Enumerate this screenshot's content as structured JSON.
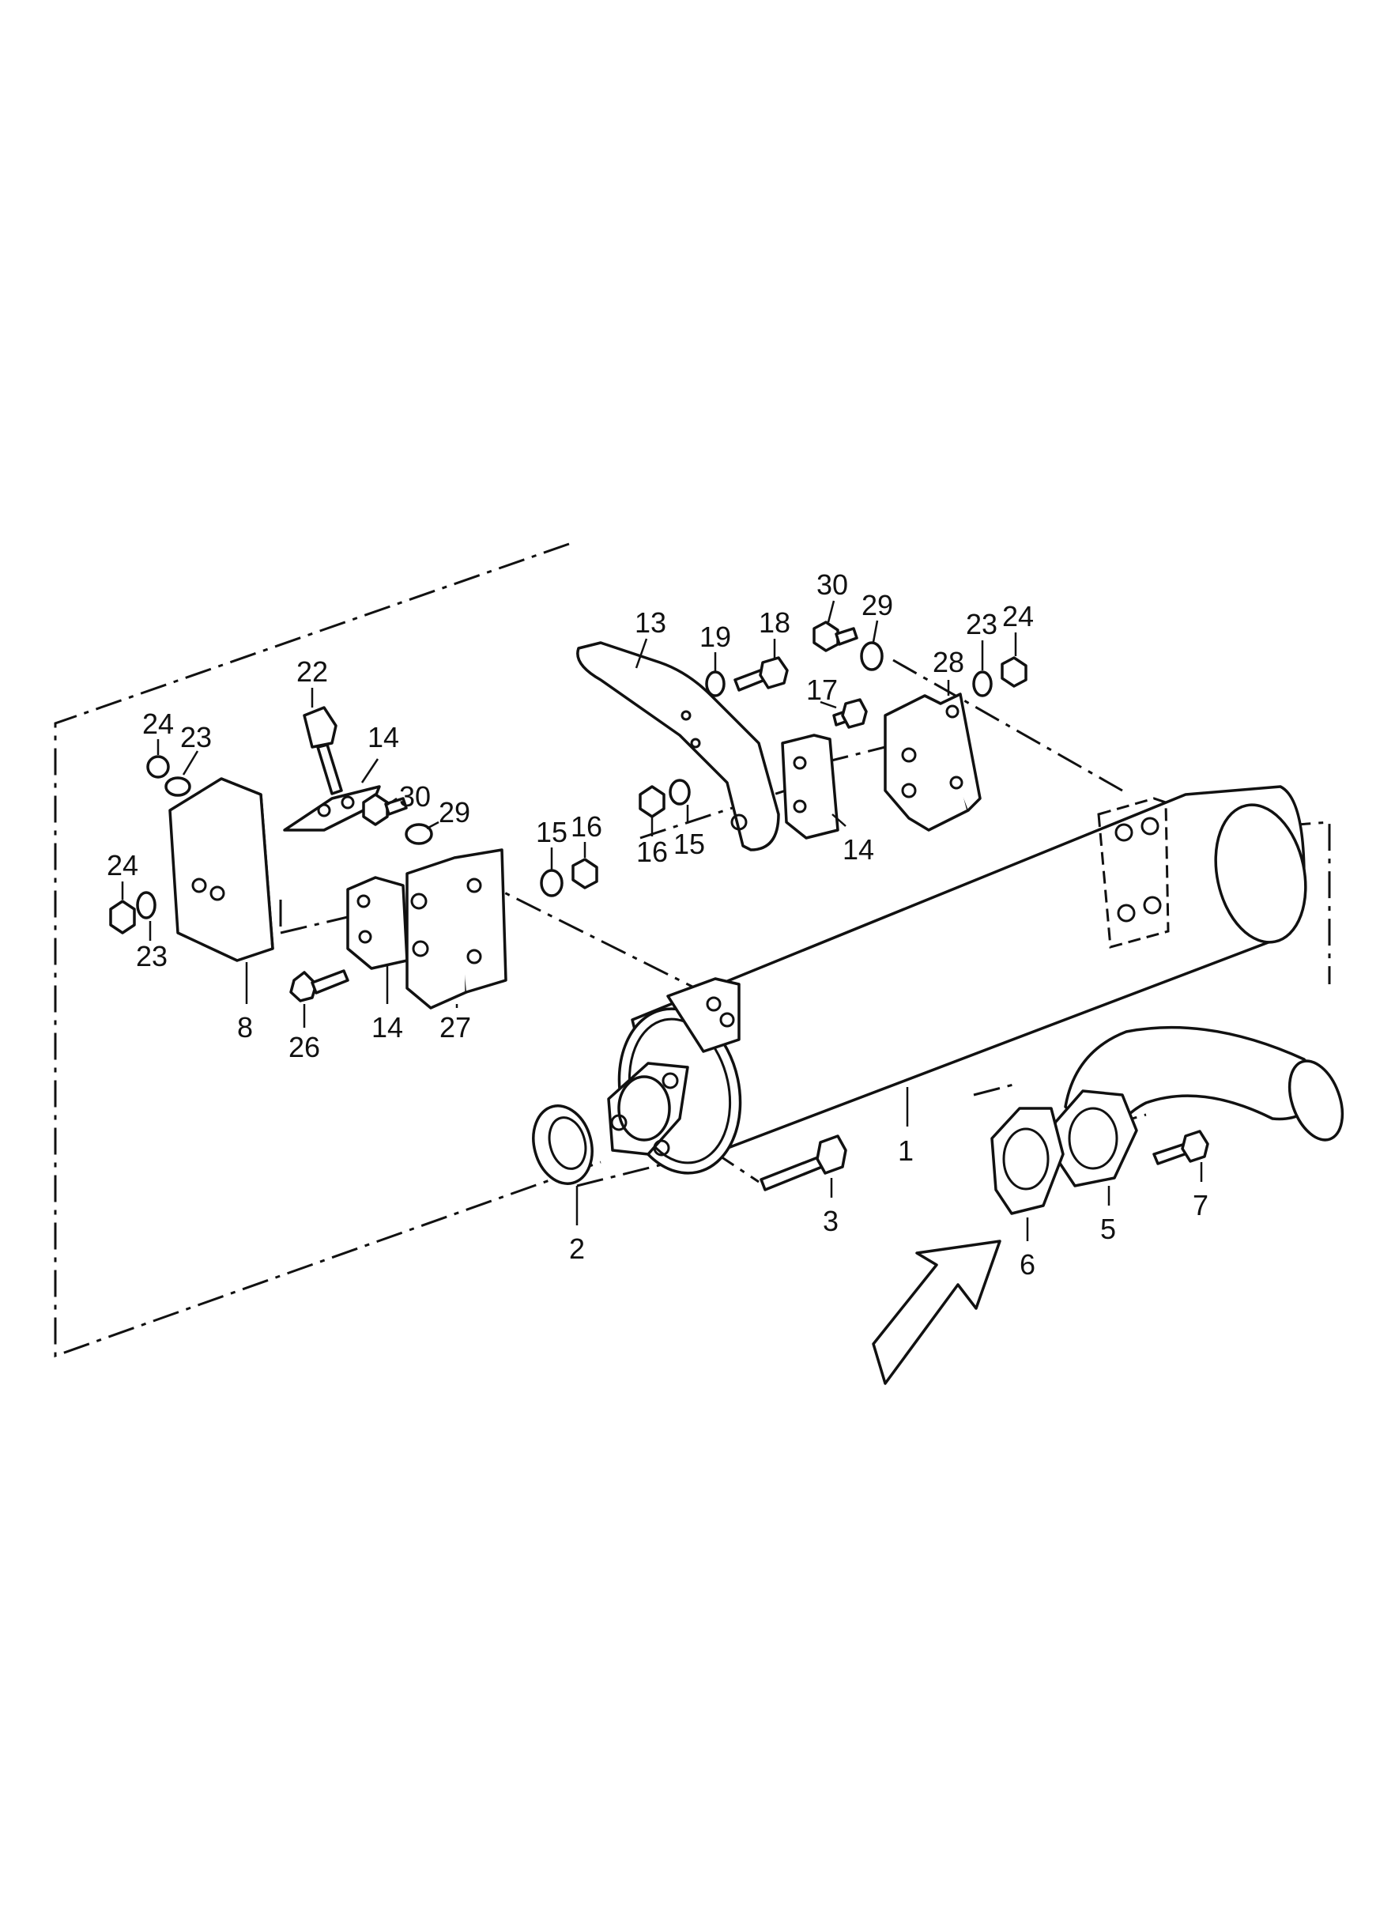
{
  "diagram": {
    "part_labels": {
      "p1": "1",
      "p2": "2",
      "p3": "3",
      "p5": "5",
      "p6": "6",
      "p7": "7",
      "p8": "8",
      "p13": "13",
      "p14a": "14",
      "p14b": "14",
      "p14c": "14",
      "p15a": "15",
      "p15b": "15",
      "p16a": "16",
      "p16b": "16",
      "p17": "17",
      "p18": "18",
      "p19": "19",
      "p22": "22",
      "p23a": "23",
      "p23b": "23",
      "p23c": "23",
      "p24a": "24",
      "p24b": "24",
      "p24c": "24",
      "p26": "26",
      "p27": "27",
      "p28": "28",
      "p29a": "29",
      "p29b": "29",
      "p30a": "30",
      "p30b": "30"
    }
  }
}
